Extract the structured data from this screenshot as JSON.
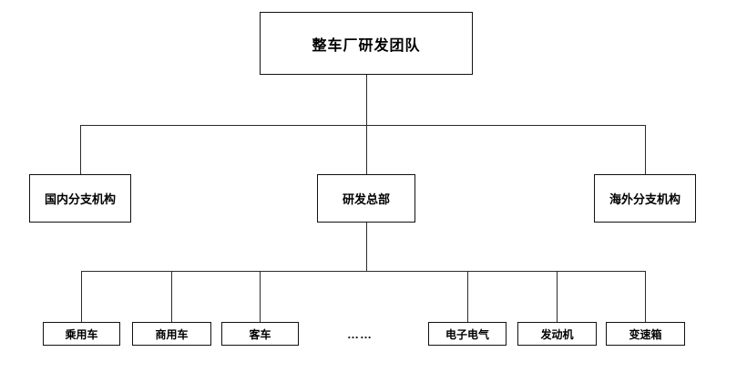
{
  "diagram": {
    "type": "org-chart",
    "colors": {
      "background": "#ffffff",
      "box_fill": "#ffffff",
      "box_border": "#111111",
      "line": "#2b2b2b",
      "text": "#000000"
    },
    "root": {
      "label": "整车厂研发团队"
    },
    "level2": [
      {
        "id": "domestic-branches",
        "label": "国内分支机构"
      },
      {
        "id": "rd-headquarters",
        "label": "研发总部"
      },
      {
        "id": "overseas-branches",
        "label": "海外分支机构"
      }
    ],
    "level3": [
      {
        "id": "passenger-car",
        "label": "乘用车"
      },
      {
        "id": "commercial-vehicle",
        "label": "商用车"
      },
      {
        "id": "bus",
        "label": "客车"
      },
      {
        "id": "more-placeholder",
        "label": "……",
        "boxless": true
      },
      {
        "id": "electronics-electrical",
        "label": "电子电气"
      },
      {
        "id": "engine",
        "label": "发动机"
      },
      {
        "id": "transmission",
        "label": "变速箱"
      }
    ],
    "hierarchy_note": "root -> [domestic-branches, rd-headquarters, overseas-branches]; rd-headquarters -> [passenger-car, commercial-vehicle, bus, ..., electronics-electrical, engine, transmission]"
  }
}
